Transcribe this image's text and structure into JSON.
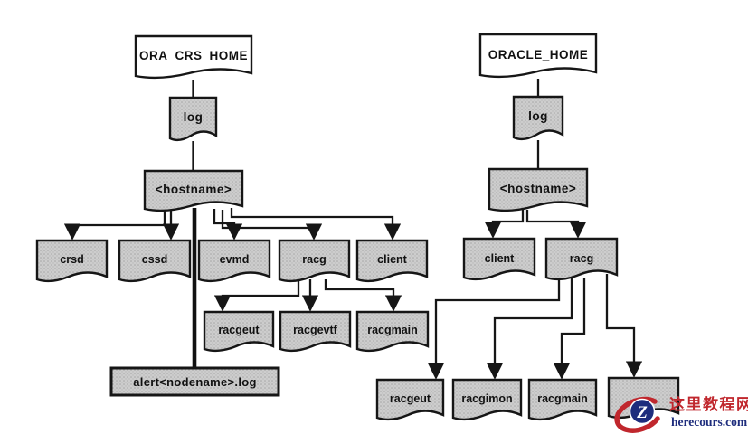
{
  "left_tree": {
    "root": "ORA_CRS_HOME",
    "log": "log",
    "hostname": "<hostname>",
    "children": [
      "crsd",
      "cssd",
      "evmd",
      "racg",
      "client"
    ],
    "racg_children": [
      "racgeut",
      "racgevtf",
      "racgmain"
    ],
    "alert_log": "alert<nodename>.log"
  },
  "right_tree": {
    "root": "ORACLE_HOME",
    "log": "log",
    "hostname": "<hostname>",
    "children": [
      "client",
      "racg"
    ],
    "racg_children": [
      "racgeut",
      "racgimon",
      "racgmain",
      ""
    ]
  },
  "watermark": {
    "site_name": "这里教程网",
    "site_domain": "herecours.com",
    "logo_letter": "Z",
    "brand_red": "#c0272d",
    "brand_navy": "#1e2d7d"
  },
  "colors": {
    "node_fill": "#cdcdcd",
    "node_border": "#161616",
    "line": "#161616",
    "background": "#ffffff"
  }
}
